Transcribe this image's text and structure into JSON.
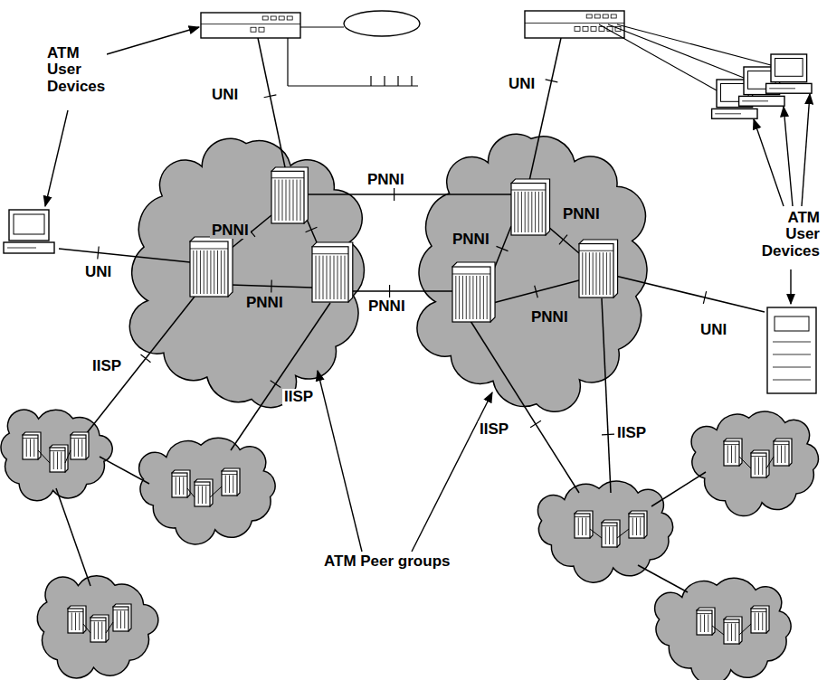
{
  "diagram": {
    "labels": [
      "ATM User Devices",
      "ATM User Devices",
      "UNI",
      "UNI",
      "UNI",
      "UNI",
      "PNNI",
      "PNNI",
      "PNNI",
      "PNNI",
      "PNNI",
      "PNNI",
      "PNNI",
      "IISP",
      "IISP",
      "IISP",
      "IISP",
      "ATM Peer groups"
    ]
  }
}
